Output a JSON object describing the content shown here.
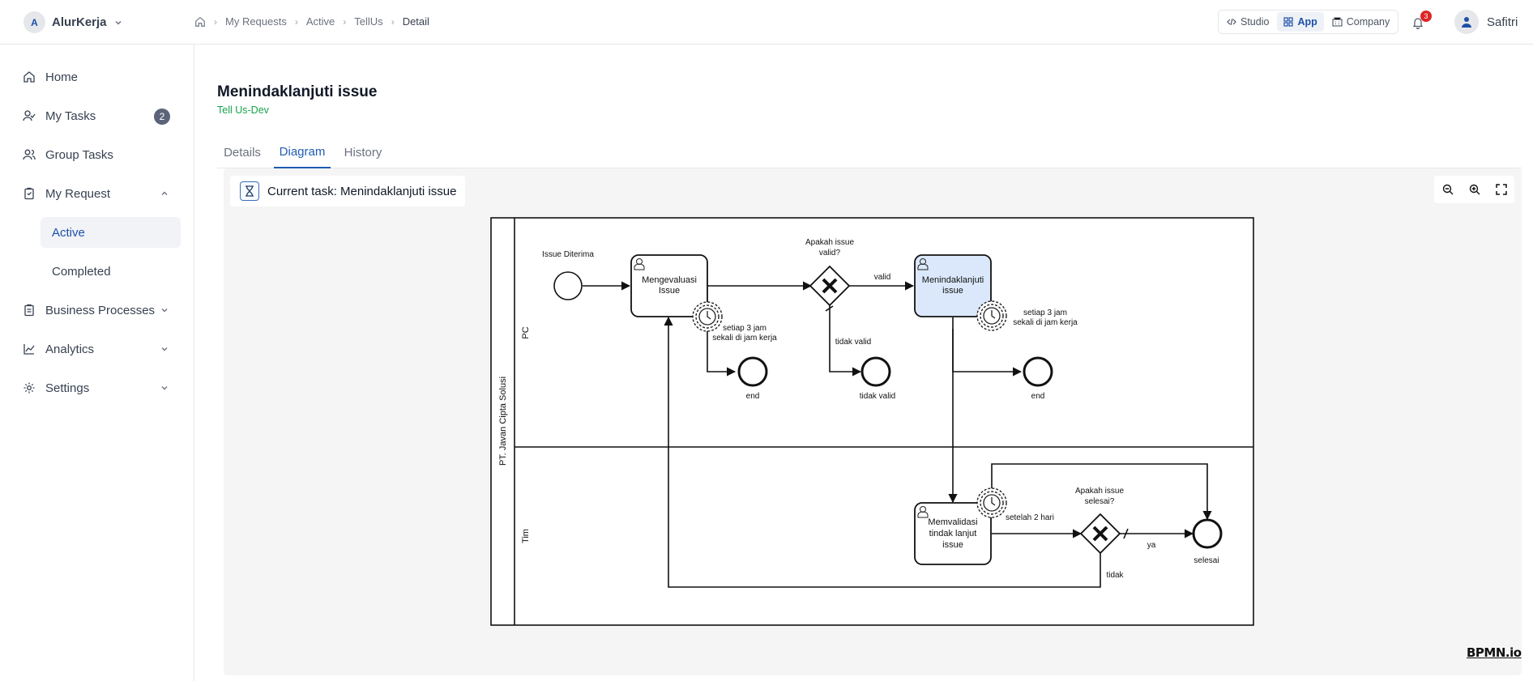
{
  "app": {
    "brand_initial": "A",
    "brand_name": "AlurKerja"
  },
  "breadcrumb": [
    "My Requests",
    "Active",
    "TellUs",
    "Detail"
  ],
  "switcher": {
    "studio": "Studio",
    "app": "App",
    "company": "Company"
  },
  "notifications": {
    "count": "3"
  },
  "user": {
    "name": "Safitri"
  },
  "sidebar": {
    "home": "Home",
    "my_tasks": "My Tasks",
    "my_tasks_count": "2",
    "group_tasks": "Group Tasks",
    "my_request": "My Request",
    "active": "Active",
    "completed": "Completed",
    "business_processes": "Business Processes",
    "analytics": "Analytics",
    "settings": "Settings"
  },
  "page": {
    "title": "Menindaklanjuti issue",
    "subtitle": "Tell Us-Dev"
  },
  "tabs": {
    "details": "Details",
    "diagram": "Diagram",
    "history": "History"
  },
  "current_task": "Current task: Menindaklanjuti issue",
  "bpmn_logo": "BPMN.io",
  "diagram": {
    "pool": "PT. Javan Cipta Solusi",
    "lane_pc": "PC",
    "lane_tim": "Tim",
    "start_label": "Issue Diterima",
    "task1_line1": "Mengevaluasi",
    "task1_line2": "Issue",
    "gw1_line1": "Apakah issue",
    "gw1_line2": "valid?",
    "valid": "valid",
    "tidak_valid": "tidak valid",
    "end_tidak_valid": "tidak valid",
    "task2_line1": "Menindaklanjuti",
    "task2_line2": "issue",
    "timer_line1": "setiap 3 jam",
    "timer_line2": "sekali di jam kerja",
    "end1": "end",
    "end2": "end",
    "task3_line1": "Memvalidasi",
    "task3_line2": "tindak lanjut",
    "task3_line3": "issue",
    "timer3": "setelah 2 hari",
    "gw2_line1": "Apakah issue",
    "gw2_line2": "selesai?",
    "ya": "ya",
    "tidak": "tidak",
    "end_selesai": "selesai"
  }
}
